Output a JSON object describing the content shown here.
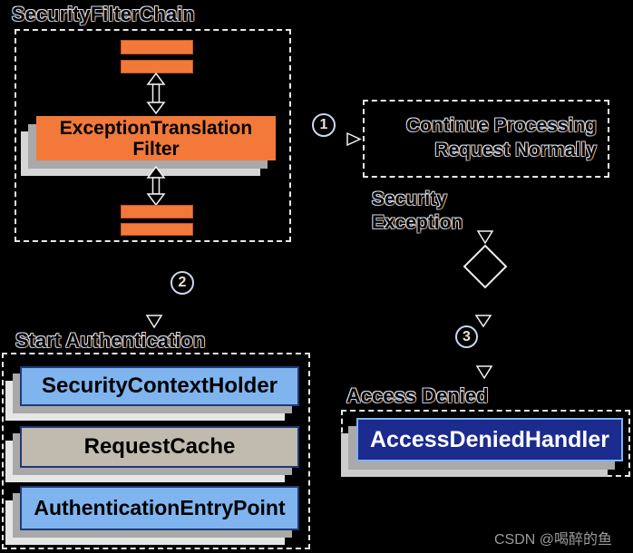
{
  "colors": {
    "background": "#000000",
    "orange": "#f2793a",
    "light_blue": "#7fb4ef",
    "navy": "#1b2b8e",
    "gray_box": "#c0bbae",
    "navy_border": "#1f3a78",
    "shadow_dark": "#a9a9a9",
    "shadow_light": "#e0e0e0"
  },
  "security_filter_chain": {
    "title": "SecurityFilterChain",
    "filter_name_line1": "ExceptionTranslation",
    "filter_name_line2": "Filter"
  },
  "flow": {
    "step1": "1",
    "step2": "2",
    "step3": "3",
    "continue_line1": "Continue Processing",
    "continue_line2": "Request Normally",
    "exception_line1": "Security",
    "exception_line2": "Exception"
  },
  "start_authentication": {
    "title": "Start Authentication",
    "items": [
      "SecurityContextHolder",
      "RequestCache",
      "AuthenticationEntryPoint"
    ]
  },
  "access_denied": {
    "title": "Access Denied",
    "handler": "AccessDeniedHandler"
  },
  "watermark": "CSDN @喝醉的鱼"
}
